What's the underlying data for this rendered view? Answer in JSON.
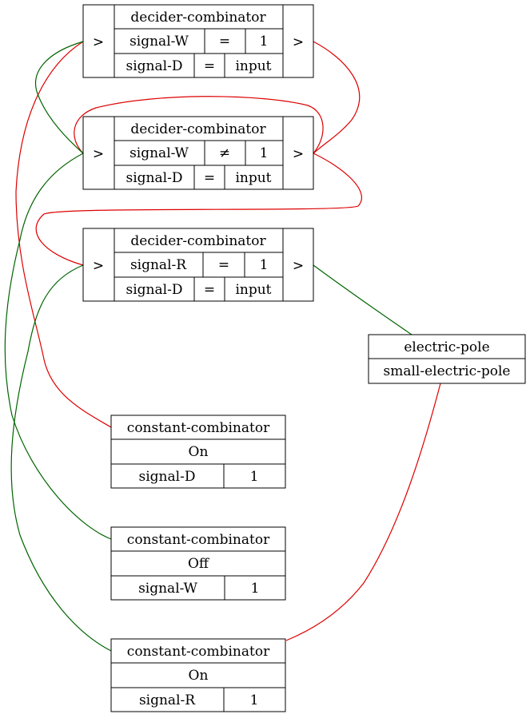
{
  "colors": {
    "red_wire": "#dd0000",
    "green_wire": "#006400",
    "border": "#000000"
  },
  "deciders": [
    {
      "title": "decider-combinator",
      "in_port": ">",
      "out_port": ">",
      "condition": {
        "signal": "signal-W",
        "op": "=",
        "value": "1"
      },
      "output": {
        "signal": "signal-D",
        "op": "=",
        "value": "input"
      }
    },
    {
      "title": "decider-combinator",
      "in_port": ">",
      "out_port": ">",
      "condition": {
        "signal": "signal-W",
        "op": "≠",
        "value": "1"
      },
      "output": {
        "signal": "signal-D",
        "op": "=",
        "value": "input"
      }
    },
    {
      "title": "decider-combinator",
      "in_port": ">",
      "out_port": ">",
      "condition": {
        "signal": "signal-R",
        "op": "=",
        "value": "1"
      },
      "output": {
        "signal": "signal-D",
        "op": "=",
        "value": "input"
      }
    }
  ],
  "constants": [
    {
      "title": "constant-combinator",
      "state": "On",
      "signal": "signal-D",
      "value": "1"
    },
    {
      "title": "constant-combinator",
      "state": "Off",
      "signal": "signal-W",
      "value": "1"
    },
    {
      "title": "constant-combinator",
      "state": "On",
      "signal": "signal-R",
      "value": "1"
    }
  ],
  "pole": {
    "title": "electric-pole",
    "name": "small-electric-pole"
  }
}
